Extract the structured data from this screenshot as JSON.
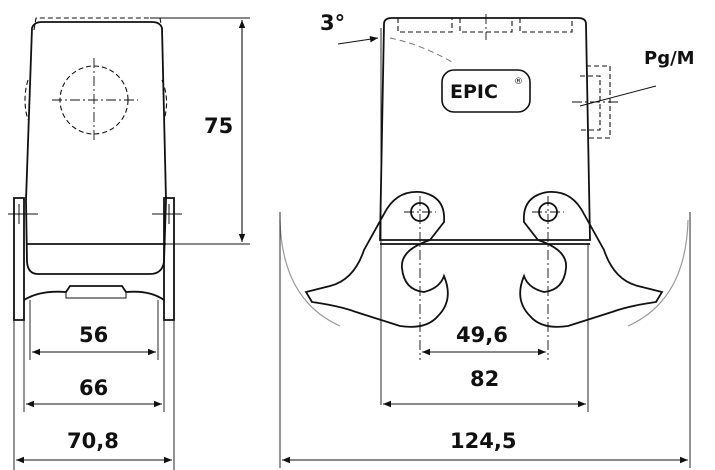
{
  "dimensions": {
    "height_75": "75",
    "width_56": "56",
    "width_66": "66",
    "width_70_8": "70,8",
    "angle": "3°",
    "pg_m": "Pg/M",
    "spacing_49_6": "49,6",
    "width_82": "82",
    "width_124_5": "124,5"
  },
  "logo": {
    "text": "EPIC",
    "registered": "®"
  }
}
